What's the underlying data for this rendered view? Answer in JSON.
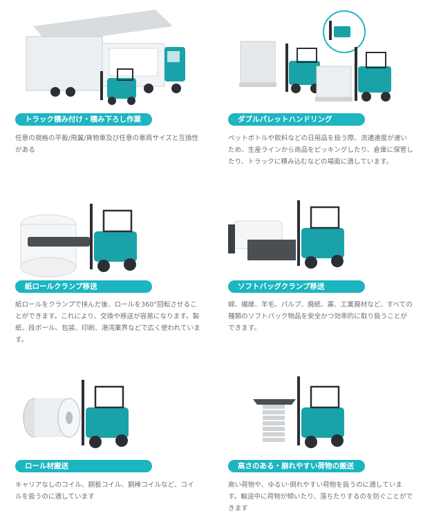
{
  "colors": {
    "accent": "#1cb5c0",
    "forklift_body": "#1aa2a9",
    "dark": "#2b2f33"
  },
  "cards": [
    {
      "title": "トラック積み付け・積み下ろし作業",
      "desc": "任意の規格の平板/飛翼/貨物車及び任意の車両サイズと互換性がある"
    },
    {
      "title": "ダブルパレットハンドリング",
      "desc": "ペットボトルや飲料などの日用品を扱う際、流通速度が速いため、生産ラインから商品をピッキングしたり、倉庫に保管したり、トラックに積み込むなどの場面に適しています。"
    },
    {
      "title": "紙ロールクランプ移送",
      "desc": "紙ロールをクランプで挟んだ後、ロールを360°回転させることができます。これにより、交換や移送が容易になります。製紙、段ボール、包装、印刷、港湾業界などで広く使われています。"
    },
    {
      "title": "ソフトバッグクランプ移送",
      "desc": "綿、繊維、羊毛、パルプ、廃紙、藁、工業廃材など、すべての種類のソフトパック物品を安全かつ効率的に取り扱うことができます。"
    },
    {
      "title": "ロール材搬送",
      "desc": "キャリアなしのコイル、銅板コイル、銅棒コイルなど、コイルを扱うのに適しています"
    },
    {
      "title": "高さのある・崩れやすい荷物の搬送",
      "desc": "高い荷物や、ゆるい·倒れやすい荷物を扱うのに適しています。輸送中に荷物が傾いたり、落ちたりするのを防ぐことができます"
    }
  ]
}
